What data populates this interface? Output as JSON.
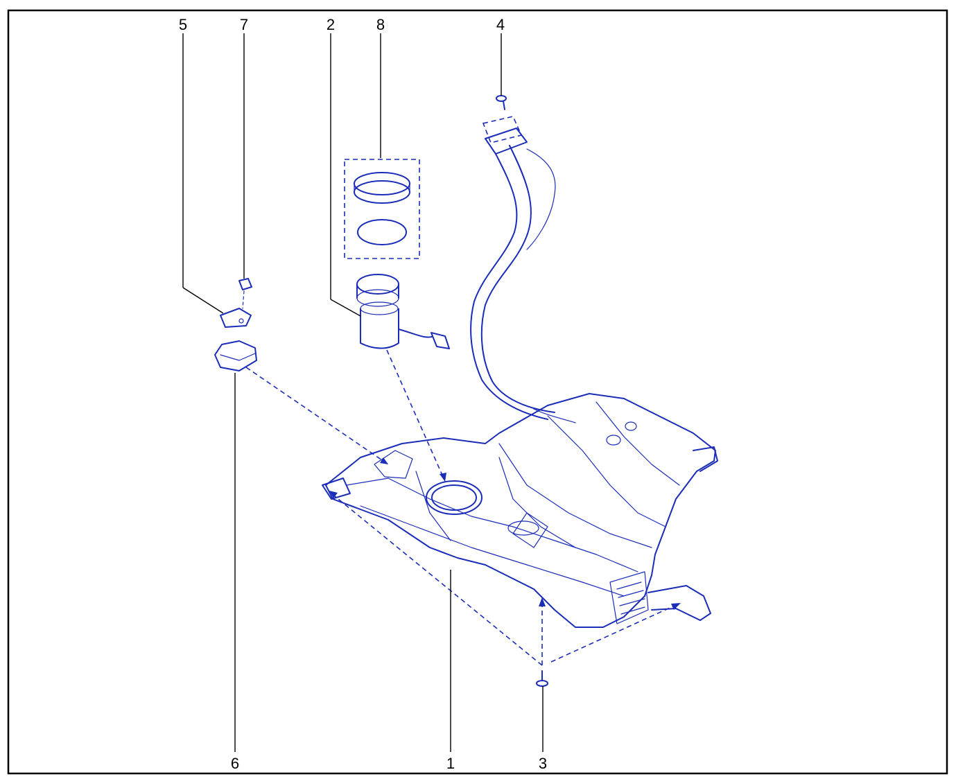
{
  "colors": {
    "ink": "#1a2cb8",
    "frame": "#000000",
    "background": "#ffffff"
  },
  "callouts": {
    "c1": "1",
    "c2": "2",
    "c3": "3",
    "c4": "4",
    "c5": "5",
    "c6": "6",
    "c7": "7",
    "c8": "8"
  }
}
